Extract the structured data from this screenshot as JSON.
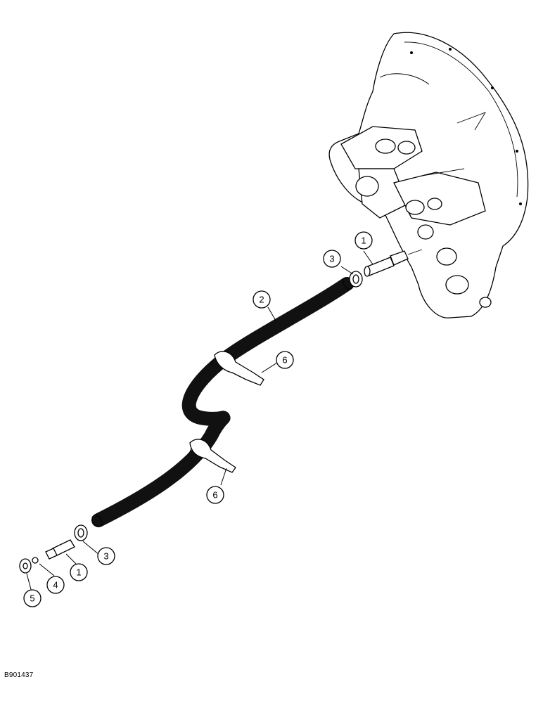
{
  "figure_code": "B901437",
  "callouts": [
    {
      "id": "c1-top",
      "label": "1"
    },
    {
      "id": "c3-top",
      "label": "3"
    },
    {
      "id": "c2",
      "label": "2"
    },
    {
      "id": "c6-upper",
      "label": "6"
    },
    {
      "id": "c6-lower",
      "label": "6"
    },
    {
      "id": "c3-bottom",
      "label": "3"
    },
    {
      "id": "c1-bottom",
      "label": "1"
    },
    {
      "id": "c4",
      "label": "4"
    },
    {
      "id": "c5",
      "label": "5"
    }
  ]
}
